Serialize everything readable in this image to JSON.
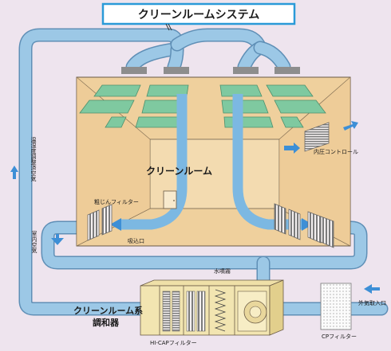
{
  "title": "クリーンルームシステム",
  "labels": {
    "room": "クリーンルーム",
    "pressure_control": "内圧コントロール",
    "prefilter": "粗じんフィルター",
    "return_inlet": "吸込口",
    "humidifier": "水噴霧",
    "indoor_air": "室内空気",
    "conditioned_air": "温湿度調整済空気",
    "outside_air_intake": "外気取入口",
    "unit_line1": "クリーンルーム系",
    "unit_line2": "調和器",
    "hicap_filter": "HI-CAPフィルター",
    "cp_filter": "CPフィルター"
  },
  "colors": {
    "background": "#eee4ee",
    "duct": "#9cc8e6",
    "duct_edge": "#5f8fb6",
    "room": "#f0d2a2",
    "hepa": "#7fc9a0",
    "arrow": "#3d8fd6",
    "title_border": "#2a9ad8"
  },
  "icons": [
    "down-arrow-icon",
    "up-arrow-icon",
    "right-arrow-icon",
    "left-arrow-icon",
    "door-icon",
    "fan-icon"
  ]
}
